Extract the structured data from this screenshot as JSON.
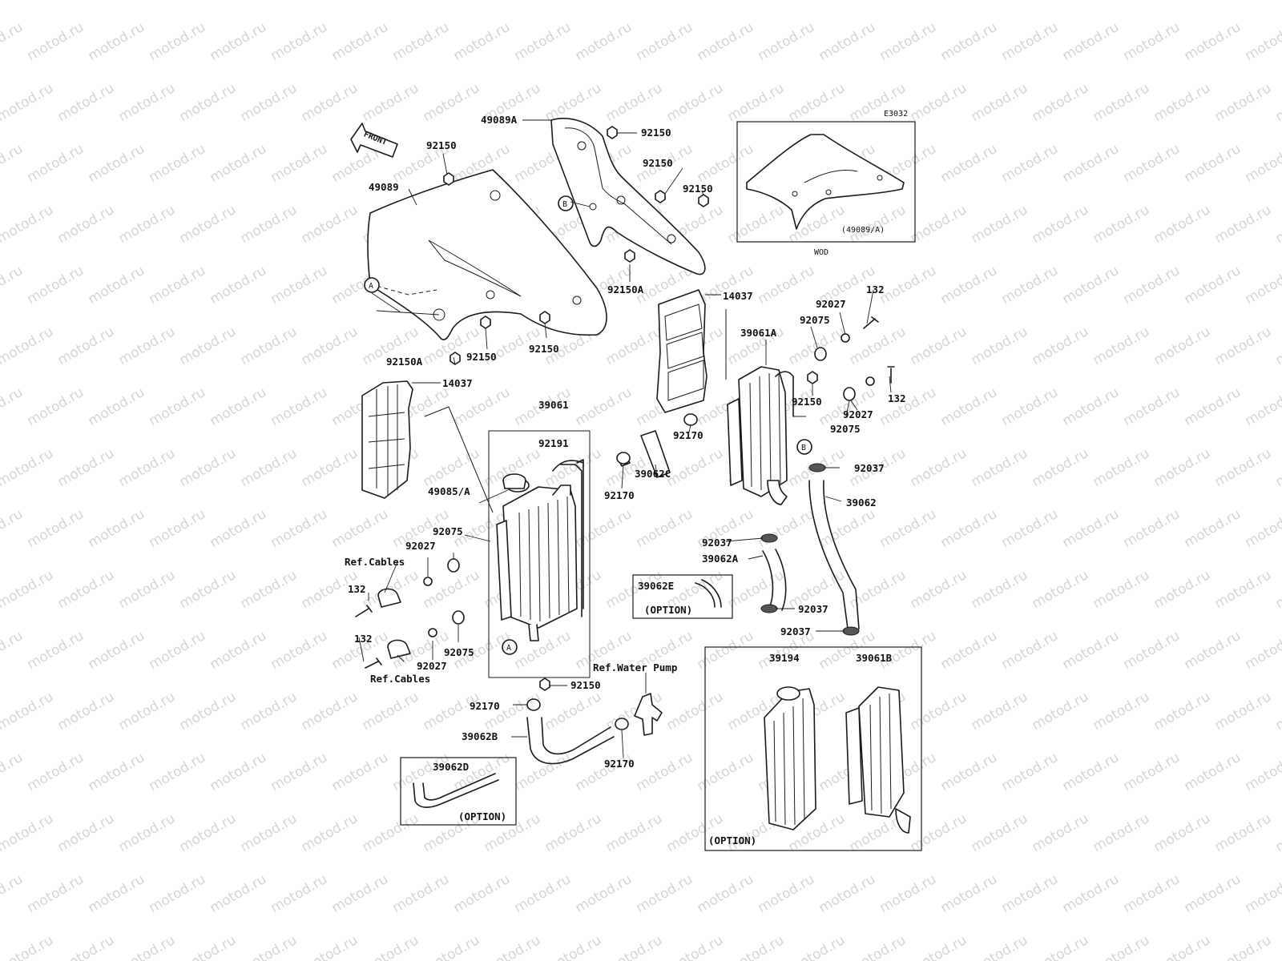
{
  "diagram_code": "E3032",
  "front_label": "FRONT",
  "wod_box": {
    "ref": "(49089/A)",
    "caption": "WOD"
  },
  "options": {
    "label": "(OPTION)"
  },
  "parts": {
    "shroud_left": "49089",
    "shroud_right": "49089A",
    "bolt_92150": "92150",
    "bolt_92150A": "92150A",
    "guard": "14037",
    "radiator_left": "39061",
    "radiator_right": "39061A",
    "radiator_option": "39061B",
    "radiator_39194": "39194",
    "collar_92027": "92027",
    "grommet_92075": "92075",
    "bolt_132": "132",
    "hose_92191": "92191",
    "cap_49085": "49085/A",
    "clamp_92170": "92170",
    "clamp_92037": "92037",
    "hose_39062": "39062",
    "hose_39062A": "39062A",
    "hose_39062B": "39062B",
    "hose_39062C": "39062C",
    "hose_39062D": "39062D",
    "hose_39062E": "39062E"
  },
  "refs": {
    "cables": "Ref.Cables",
    "water_pump": "Ref.Water Pump"
  },
  "markers": {
    "a": "A",
    "b": "B"
  },
  "watermark": "motod.ru"
}
